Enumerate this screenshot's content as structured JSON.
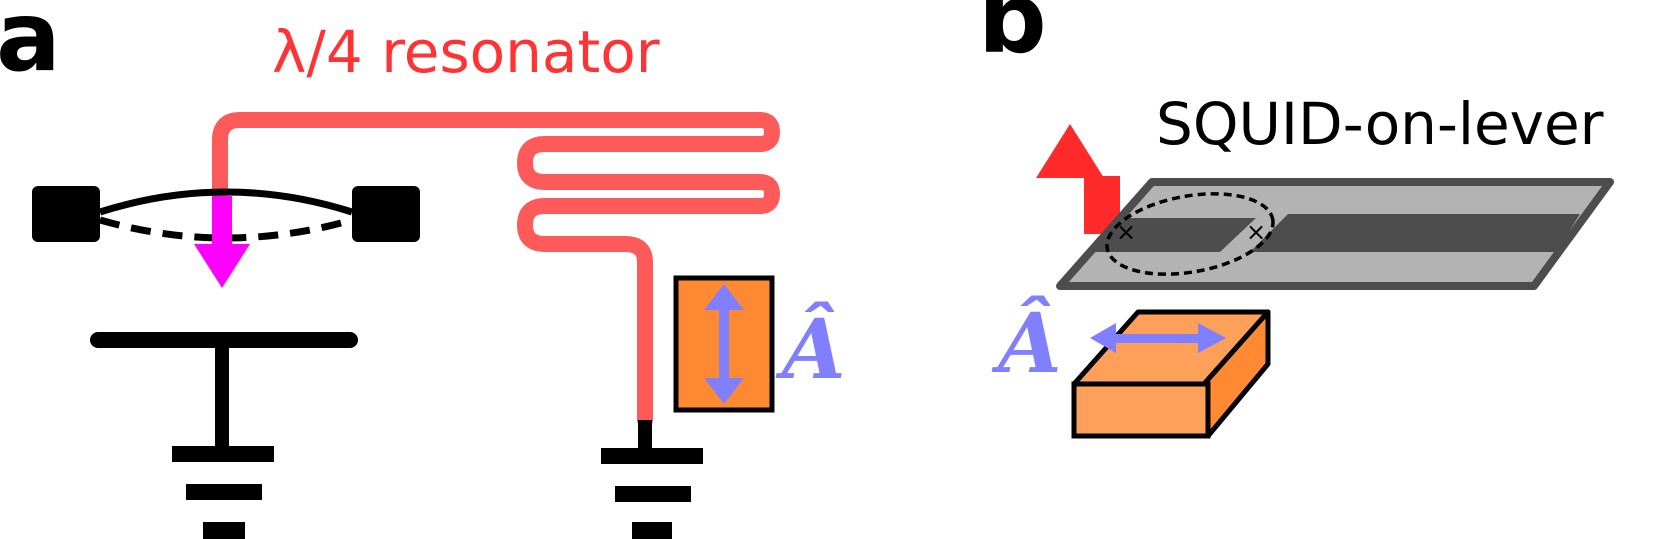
{
  "panels": {
    "a": {
      "letter": "a",
      "label": "λ/4 resonator"
    },
    "b": {
      "letter": "b",
      "label": "SQUID-on-lever"
    }
  },
  "operator": {
    "symbol": "Â"
  },
  "colors": {
    "resonator": "#ff5a5a",
    "resonator_label": "#ff3333",
    "magenta_arrow": "#ff00ff",
    "red_arrow": "#ff2a2a",
    "operator": "#8080ff",
    "block_face": "#ff8a33",
    "block_light": "#ffa05a",
    "lever_gray": "#b3b3b3",
    "lever_dark": "#4d4d4d",
    "ink": "#000000"
  },
  "icons": {
    "pendulum": "mechanical-pendulum-beam",
    "ground": "ground-symbol",
    "meander": "meandered-transmission-line",
    "block": "magnetic-sample-block",
    "cantilever": "squid-cantilever",
    "up_arrow": "up-arrow-icon",
    "down_arrow": "down-arrow-icon",
    "double_arrow": "double-headed-arrow-icon"
  }
}
